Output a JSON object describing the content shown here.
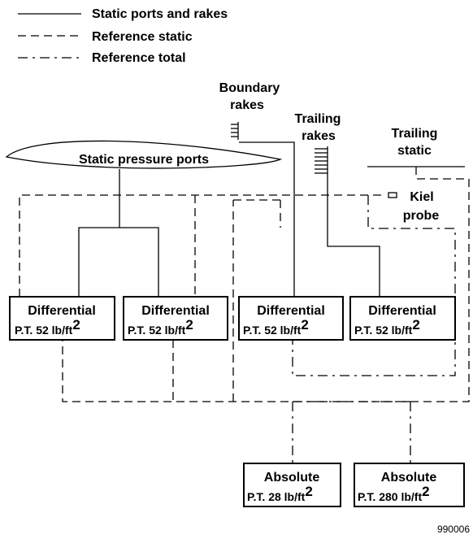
{
  "legend": {
    "solid": "Static ports and rakes",
    "dashed": "Reference static",
    "dashdot": "Reference total"
  },
  "labels": {
    "boundary_rakes_1": "Boundary",
    "boundary_rakes_2": "rakes",
    "trailing_rakes_1": "Trailing",
    "trailing_rakes_2": "rakes",
    "trailing_static_1": "Trailing",
    "trailing_static_2": "static",
    "kiel_probe_1": "Kiel",
    "kiel_probe_2": "probe",
    "static_ports": "Static pressure ports"
  },
  "transducers": [
    {
      "kind": "Differential",
      "spec": "P.T. 52 lb/ft",
      "exp": "2"
    },
    {
      "kind": "Differential",
      "spec": "P.T. 52 lb/ft",
      "exp": "2"
    },
    {
      "kind": "Differential",
      "spec": "P.T. 52 lb/ft",
      "exp": "2"
    },
    {
      "kind": "Differential",
      "spec": "P.T. 52 lb/ft",
      "exp": "2"
    },
    {
      "kind": "Absolute",
      "spec": "P.T. 28 lb/ft",
      "exp": "2"
    },
    {
      "kind": "Absolute",
      "spec": "P.T. 280 lb/ft",
      "exp": "2"
    }
  ],
  "figure_id": "990006"
}
